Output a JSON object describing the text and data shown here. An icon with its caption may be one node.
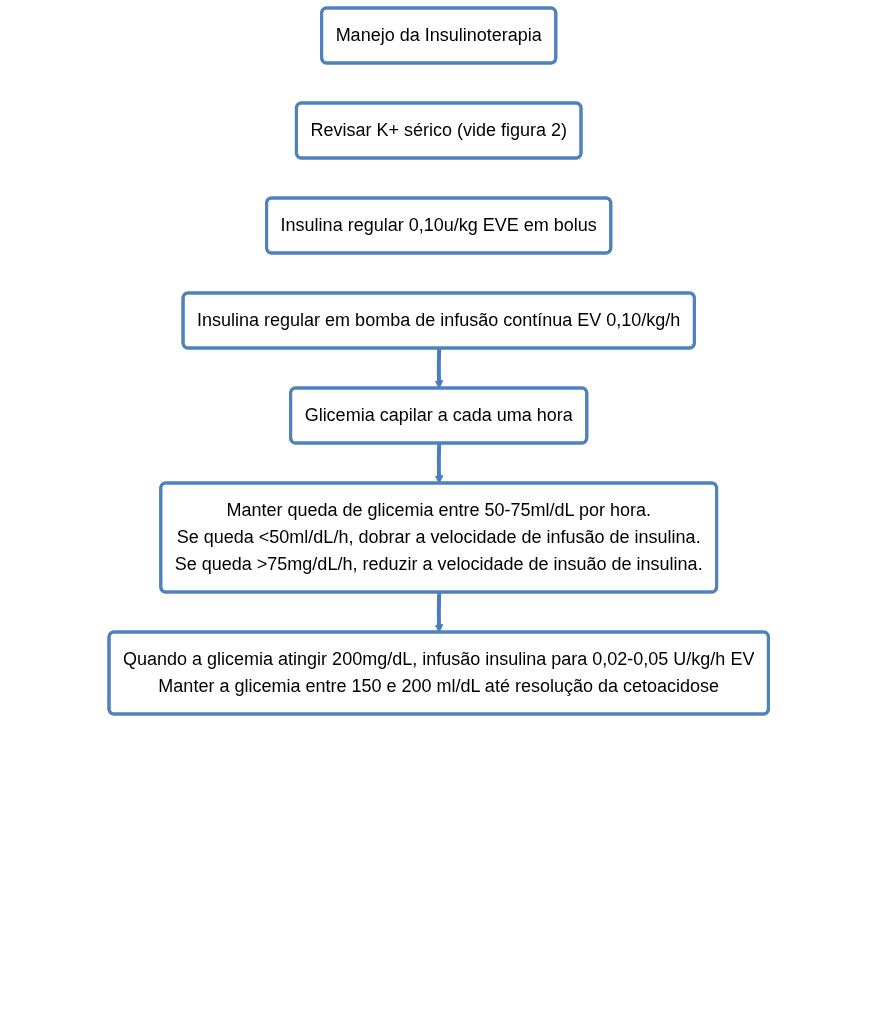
{
  "diagram": {
    "nodes": [
      {
        "text": [
          "Manejo da Insulinoterapia"
        ]
      },
      {
        "text": [
          "Revisar K+ sérico (vide figura 2)"
        ]
      },
      {
        "text": [
          "Insulina regular 0,10u/kg EVE em bolus"
        ]
      },
      {
        "text": [
          "Insulina regular em bomba de infusão contínua EV 0,10/kg/h"
        ]
      },
      {
        "text": [
          "Glicemia capilar a cada uma hora"
        ]
      },
      {
        "text": [
          "Manter queda de glicemia entre 50-75ml/dL por hora.",
          "Se queda <50ml/dL/h, dobrar a velocidade de infusão de insulina.",
          "Se queda >75mg/dL/h, reduzir a velocidade de insuão de insulina."
        ]
      },
      {
        "text": [
          "Quando a glicemia atingir 200mg/dL, infusão insulina para 0,02-0,05 U/kg/h EV",
          "Manter a glicemia entre 150 e 200 ml/dL até resolução da cetoacidose"
        ]
      }
    ],
    "edges": [
      {
        "from": 3,
        "to": 4,
        "arrow": "to"
      },
      {
        "from": 4,
        "to": 5,
        "arrow": "to"
      },
      {
        "from": 5,
        "to": 6,
        "arrow": "to"
      }
    ]
  }
}
